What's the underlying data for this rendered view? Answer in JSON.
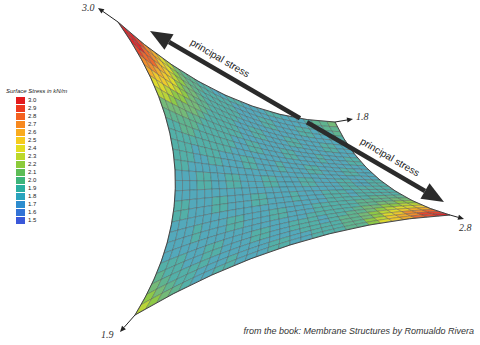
{
  "diagram": {
    "caption": "from the book: Membrane Structures by Romualdo Rivera",
    "labels": [
      "3.0",
      "1.8",
      "2.8",
      "1.9",
      "principal stress",
      "principal stress",
      "Surface Stress in kN/m"
    ],
    "legend": [
      {
        "text": "3.0",
        "color": "#e31a1c"
      },
      {
        "text": "2.9",
        "color": "#ee3a1e"
      },
      {
        "text": "2.8",
        "color": "#f4611f"
      },
      {
        "text": "2.7",
        "color": "#f7891f"
      },
      {
        "text": "2.6",
        "color": "#f9ab1e"
      },
      {
        "text": "2.5",
        "color": "#f6cb1d"
      },
      {
        "text": "2.4",
        "color": "#e3dd1f"
      },
      {
        "text": "2.3",
        "color": "#bcd82a"
      },
      {
        "text": "2.2",
        "color": "#8ccb3a"
      },
      {
        "text": "2.1",
        "color": "#5dbd55"
      },
      {
        "text": "2.0",
        "color": "#3db47a"
      },
      {
        "text": "1.9",
        "color": "#2aaea0"
      },
      {
        "text": "1.8",
        "color": "#2aa3bd"
      },
      {
        "text": "1.7",
        "color": "#2d8cce"
      },
      {
        "text": "1.6",
        "color": "#3272d6"
      },
      {
        "text": "1.5",
        "color": "#3a58d9"
      }
    ]
  }
}
